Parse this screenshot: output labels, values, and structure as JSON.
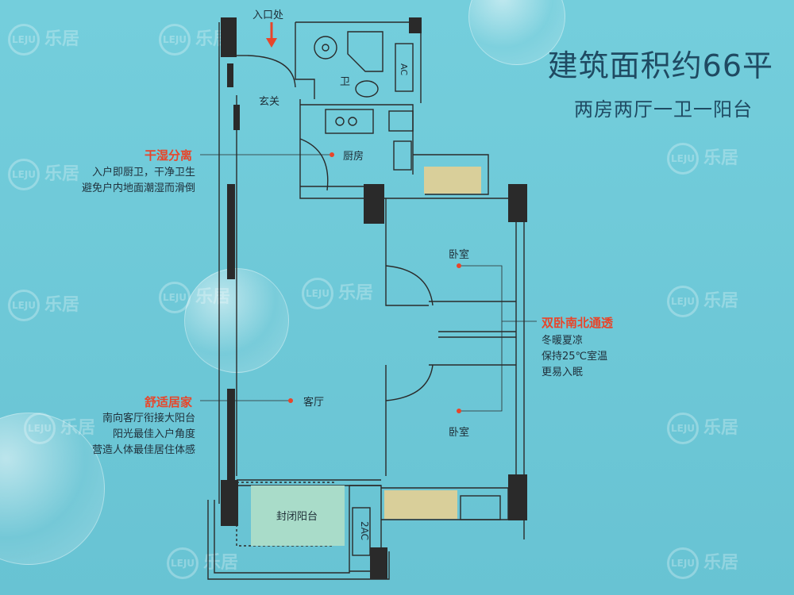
{
  "header": {
    "title": "建筑面积约66平",
    "subtitle": "两房两厅一卫一阳台"
  },
  "watermark": {
    "logo_text": "LEJU",
    "brand_text": "乐居"
  },
  "entrance": {
    "label": "入口处"
  },
  "rooms": {
    "foyer": "玄关",
    "bathroom": "卫",
    "kitchen": "厨房",
    "bedroom_north": "卧室",
    "bedroom_south": "卧室",
    "living": "客厅",
    "balcony": "封闭阳台"
  },
  "appliances": {
    "ac_top": "AC",
    "ac_bottom": "2AC"
  },
  "callouts": {
    "dry_wet": {
      "title": "干湿分离",
      "lines": [
        "入户即厨卫，干净卫生",
        "避免户内地面潮湿而滑倒"
      ]
    },
    "bedrooms": {
      "title": "双卧南北通透",
      "lines": [
        "冬暖夏凉",
        "保持25℃室温",
        "更易入眠"
      ]
    },
    "comfort": {
      "title": "舒适居家",
      "lines": [
        "南向客厅衔接大阳台",
        "阳光最佳入户角度",
        "营造人体最佳居住体感"
      ]
    }
  },
  "colors": {
    "background": "#6cc8d7",
    "wall": "#2a2a2a",
    "accent": "#e8452a",
    "title_text": "#1f4a62",
    "balcony_fill": "#a9dcc9",
    "sun_balcony_fill": "#d9cf9a"
  }
}
